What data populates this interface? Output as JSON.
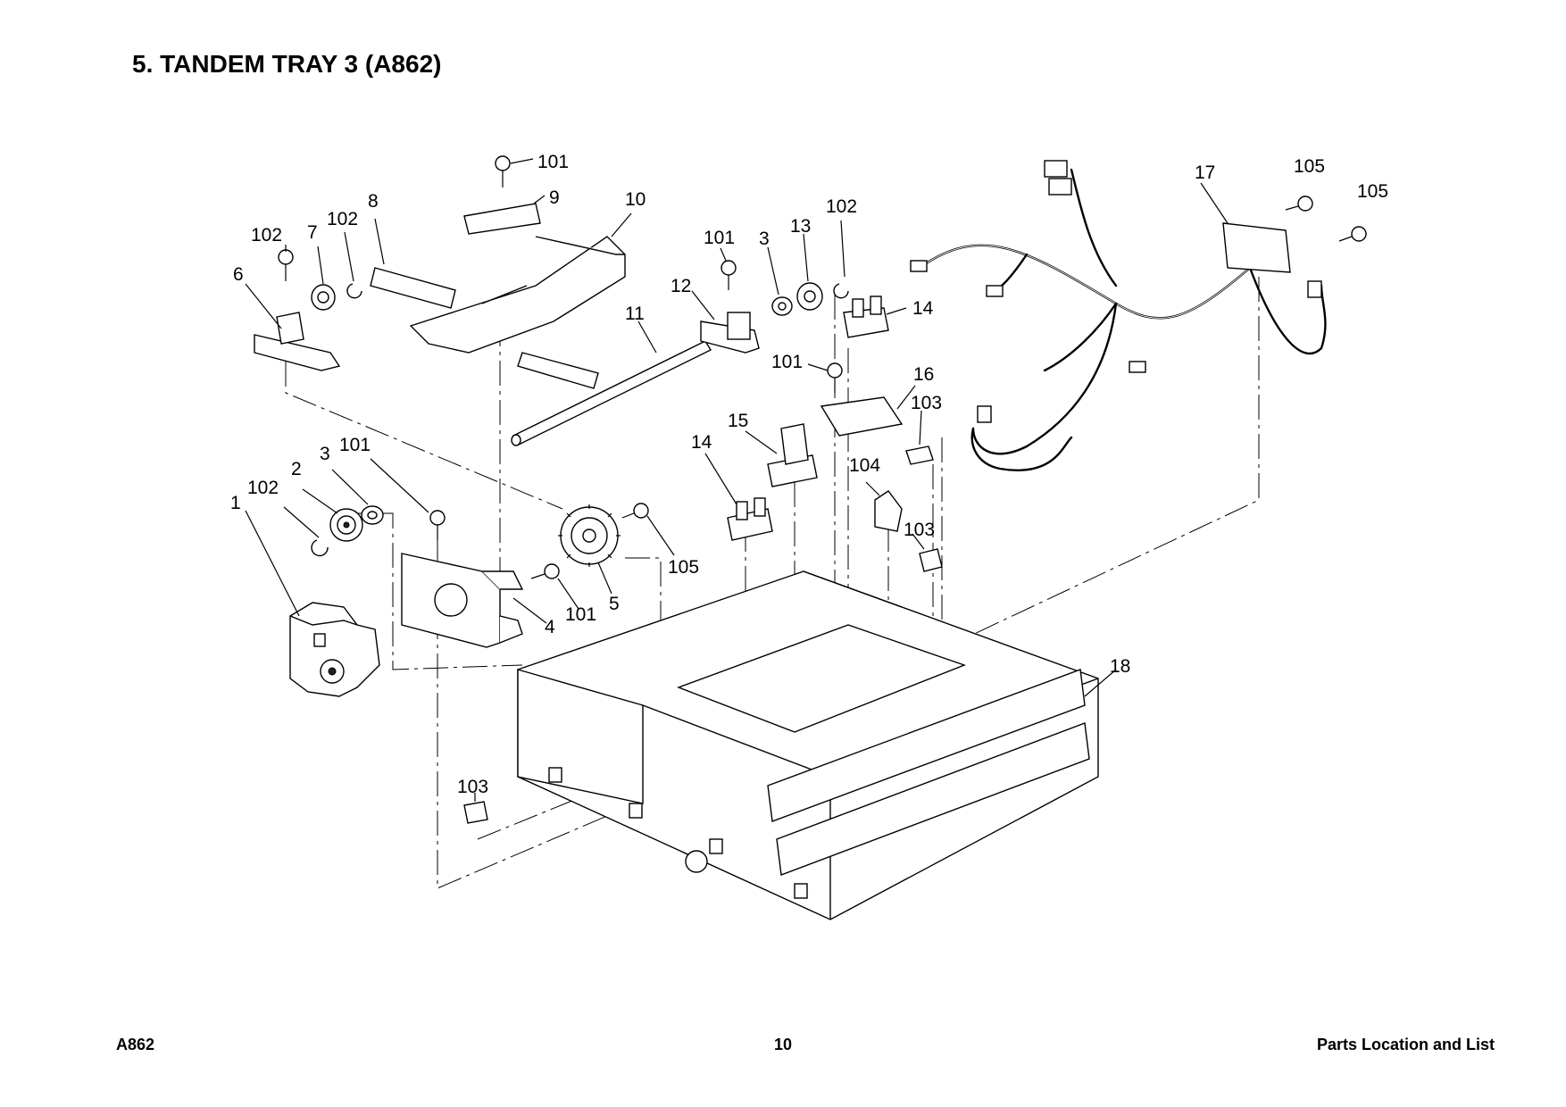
{
  "title": "5. TANDEM TRAY 3 (A862)",
  "footer": {
    "left": "A862",
    "center": "10",
    "right": "Parts Location and List"
  },
  "callouts": [
    {
      "id": "c1",
      "text": "1"
    },
    {
      "id": "c2",
      "text": "2"
    },
    {
      "id": "c3a",
      "text": "3"
    },
    {
      "id": "c3b",
      "text": "3"
    },
    {
      "id": "c4",
      "text": "4"
    },
    {
      "id": "c5",
      "text": "5"
    },
    {
      "id": "c6",
      "text": "6"
    },
    {
      "id": "c7",
      "text": "7"
    },
    {
      "id": "c8",
      "text": "8"
    },
    {
      "id": "c9",
      "text": "9"
    },
    {
      "id": "c10",
      "text": "10"
    },
    {
      "id": "c11",
      "text": "11"
    },
    {
      "id": "c12",
      "text": "12"
    },
    {
      "id": "c13",
      "text": "13"
    },
    {
      "id": "c14a",
      "text": "14"
    },
    {
      "id": "c14b",
      "text": "14"
    },
    {
      "id": "c15",
      "text": "15"
    },
    {
      "id": "c16",
      "text": "16"
    },
    {
      "id": "c17",
      "text": "17"
    },
    {
      "id": "c18",
      "text": "18"
    },
    {
      "id": "c101a",
      "text": "101"
    },
    {
      "id": "c101b",
      "text": "101"
    },
    {
      "id": "c101c",
      "text": "101"
    },
    {
      "id": "c101d",
      "text": "101"
    },
    {
      "id": "c101e",
      "text": "101"
    },
    {
      "id": "c102a",
      "text": "102"
    },
    {
      "id": "c102b",
      "text": "102"
    },
    {
      "id": "c102c",
      "text": "102"
    },
    {
      "id": "c102d",
      "text": "102"
    },
    {
      "id": "c103a",
      "text": "103"
    },
    {
      "id": "c103b",
      "text": "103"
    },
    {
      "id": "c103c",
      "text": "103"
    },
    {
      "id": "c104",
      "text": "104"
    },
    {
      "id": "c105a",
      "text": "105"
    },
    {
      "id": "c105b",
      "text": "105"
    },
    {
      "id": "c105c",
      "text": "105"
    }
  ]
}
